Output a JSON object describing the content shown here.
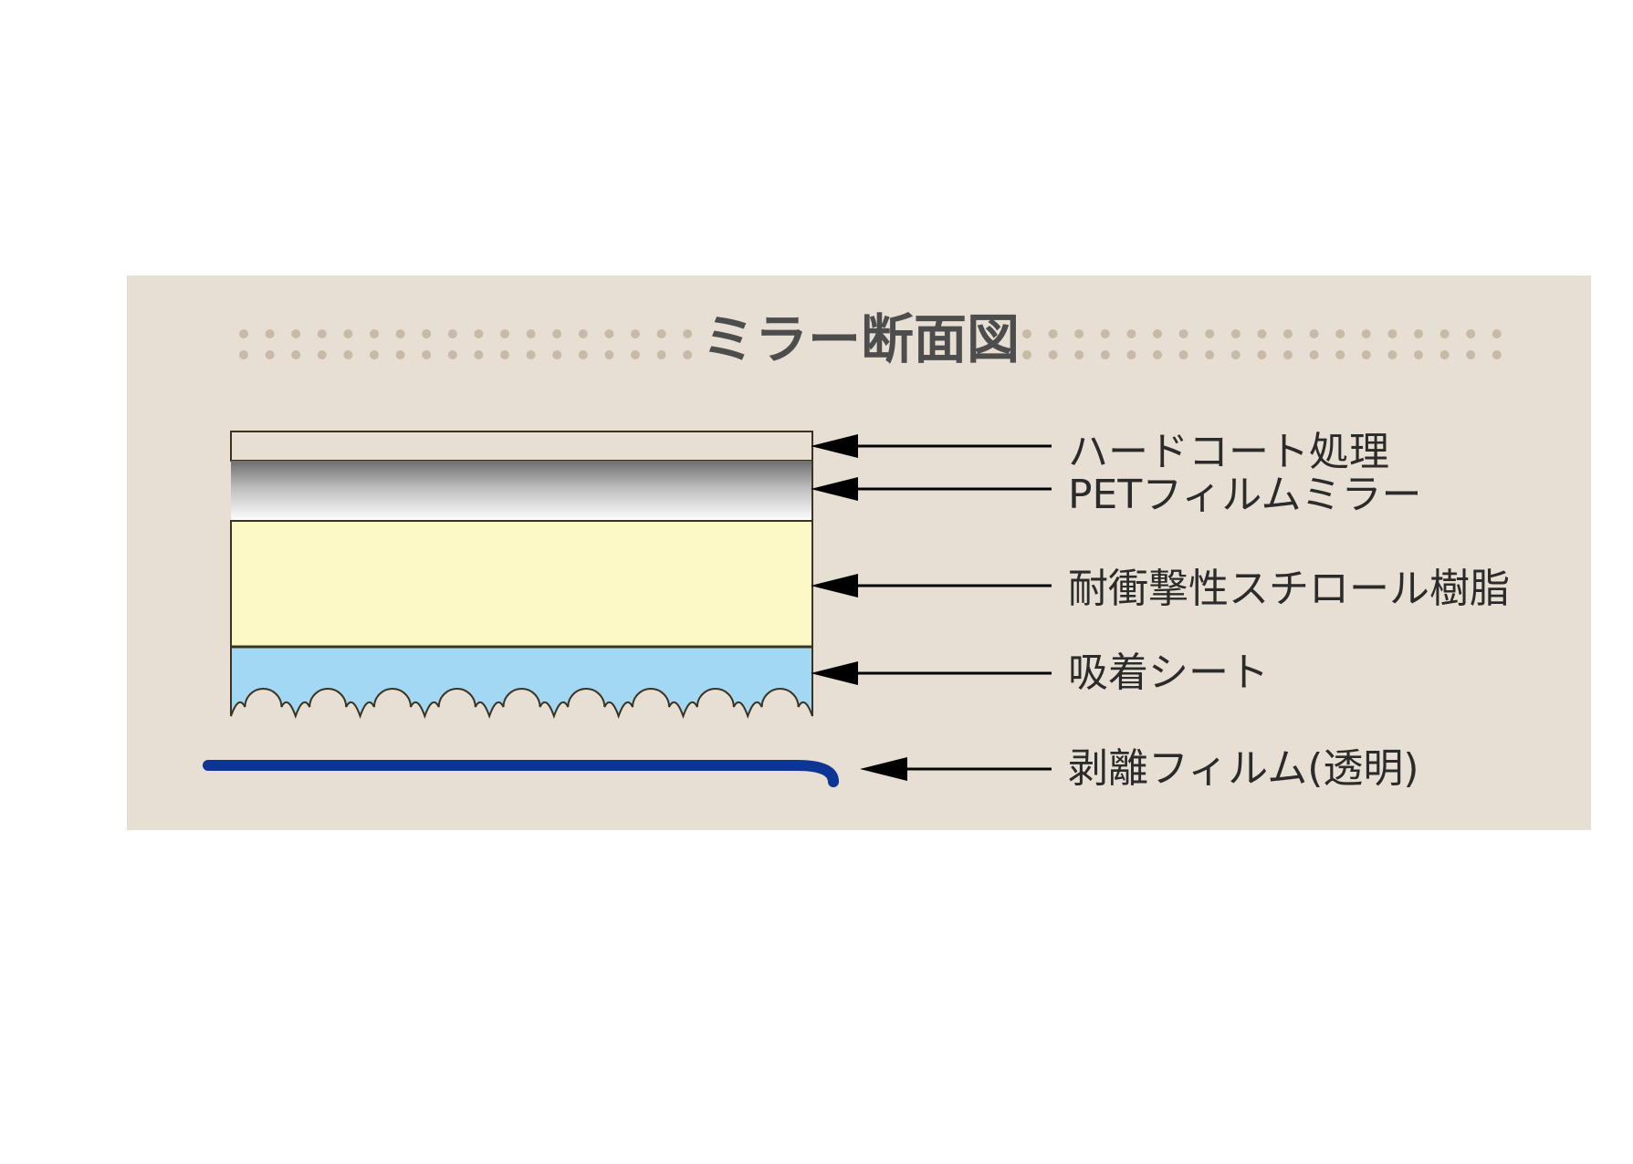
{
  "title": "ミラー断面図",
  "layers": [
    {
      "id": "hardcoat",
      "label": "ハードコート処理"
    },
    {
      "id": "pet",
      "label": "PETフィルムミラー"
    },
    {
      "id": "resin",
      "label": "耐衝撃性スチロール樹脂"
    },
    {
      "id": "adhesive",
      "label": "吸着シート"
    },
    {
      "id": "release",
      "label": "剥離フィルム(透明)"
    }
  ],
  "colors": {
    "panel": "#e7dfd3",
    "dots": "#c7bba8",
    "hardcoat": "#e7dfd3",
    "resin": "#fdf9c6",
    "adhesive": "#a3d8f4",
    "release_film": "#0c3594",
    "outline": "#3b3320",
    "arrow": "#000000"
  }
}
